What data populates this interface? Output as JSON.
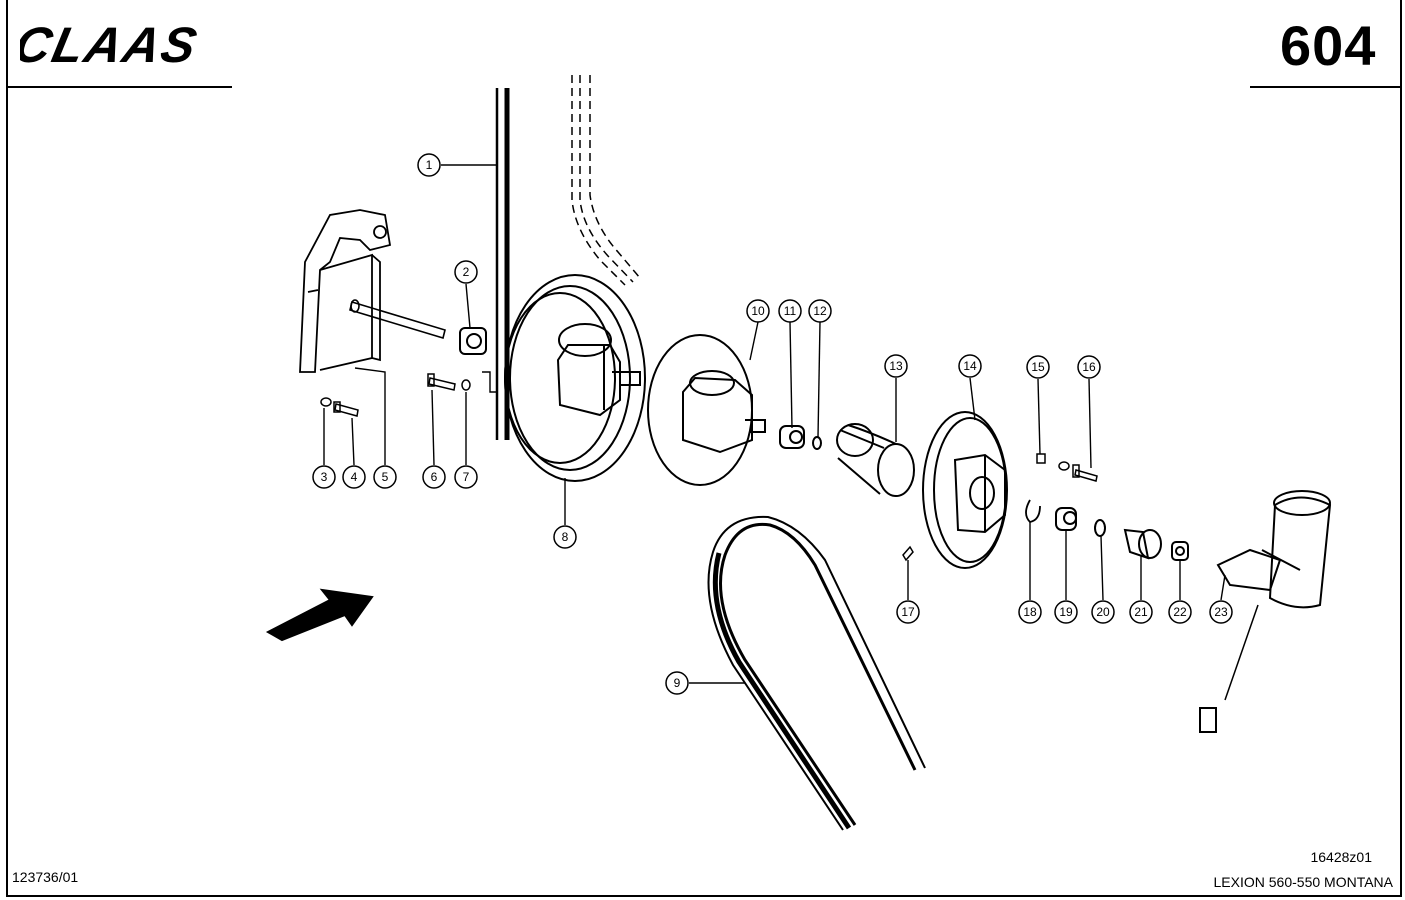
{
  "header": {
    "brand": "CLAAS",
    "page_number": "604"
  },
  "footer": {
    "document_id": "123736/01",
    "drawing_id": "16428z01",
    "model": "LEXION 560-550 MONTANA"
  },
  "callouts": [
    "1",
    "2",
    "3",
    "4",
    "5",
    "6",
    "7",
    "8",
    "9",
    "10",
    "11",
    "12",
    "13",
    "14",
    "15",
    "16",
    "17",
    "18",
    "19",
    "20",
    "21",
    "22",
    "23"
  ],
  "colors": {
    "ink": "#000000",
    "paper": "#ffffff"
  }
}
